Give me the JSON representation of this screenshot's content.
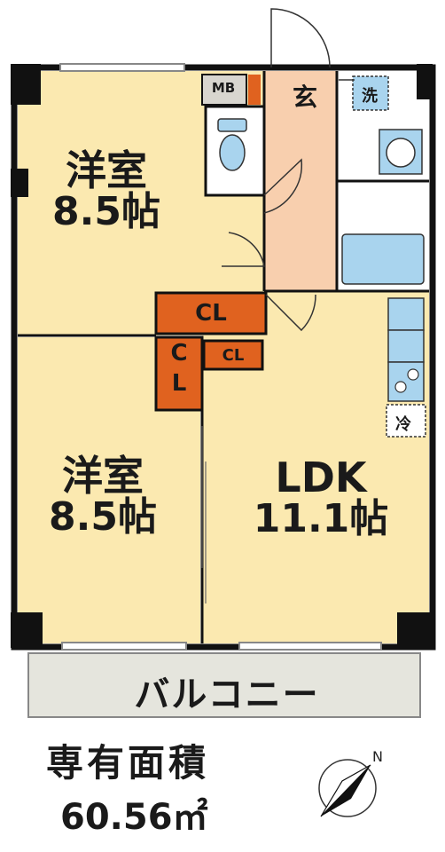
{
  "rooms": {
    "bedroom_top": {
      "name": "洋室",
      "size": "8.5帖"
    },
    "bedroom_bottom": {
      "name": "洋室",
      "size": "8.5帖"
    },
    "ldk": {
      "name": "LDK",
      "size": "11.1帖"
    },
    "entrance": "玄",
    "meter_box": "MB",
    "closet_main": "CL",
    "closet_small": "CL",
    "closet_vertical": "C\nL",
    "laundry": "洗",
    "fridge": "冷",
    "balcony": "バルコニー"
  },
  "area": {
    "label": "専有面積",
    "value": "60.56㎡"
  },
  "compass": {
    "north": "N"
  },
  "colors": {
    "room_fill": "#fbe9b0",
    "entrance_fill": "#f8cfae",
    "closet_fill": "#e0621f",
    "wet_fill": "#ffffff",
    "fixture_fill": "#a9d4ee",
    "wall": "#111111",
    "balcony_fill": "#e5e5dd"
  }
}
